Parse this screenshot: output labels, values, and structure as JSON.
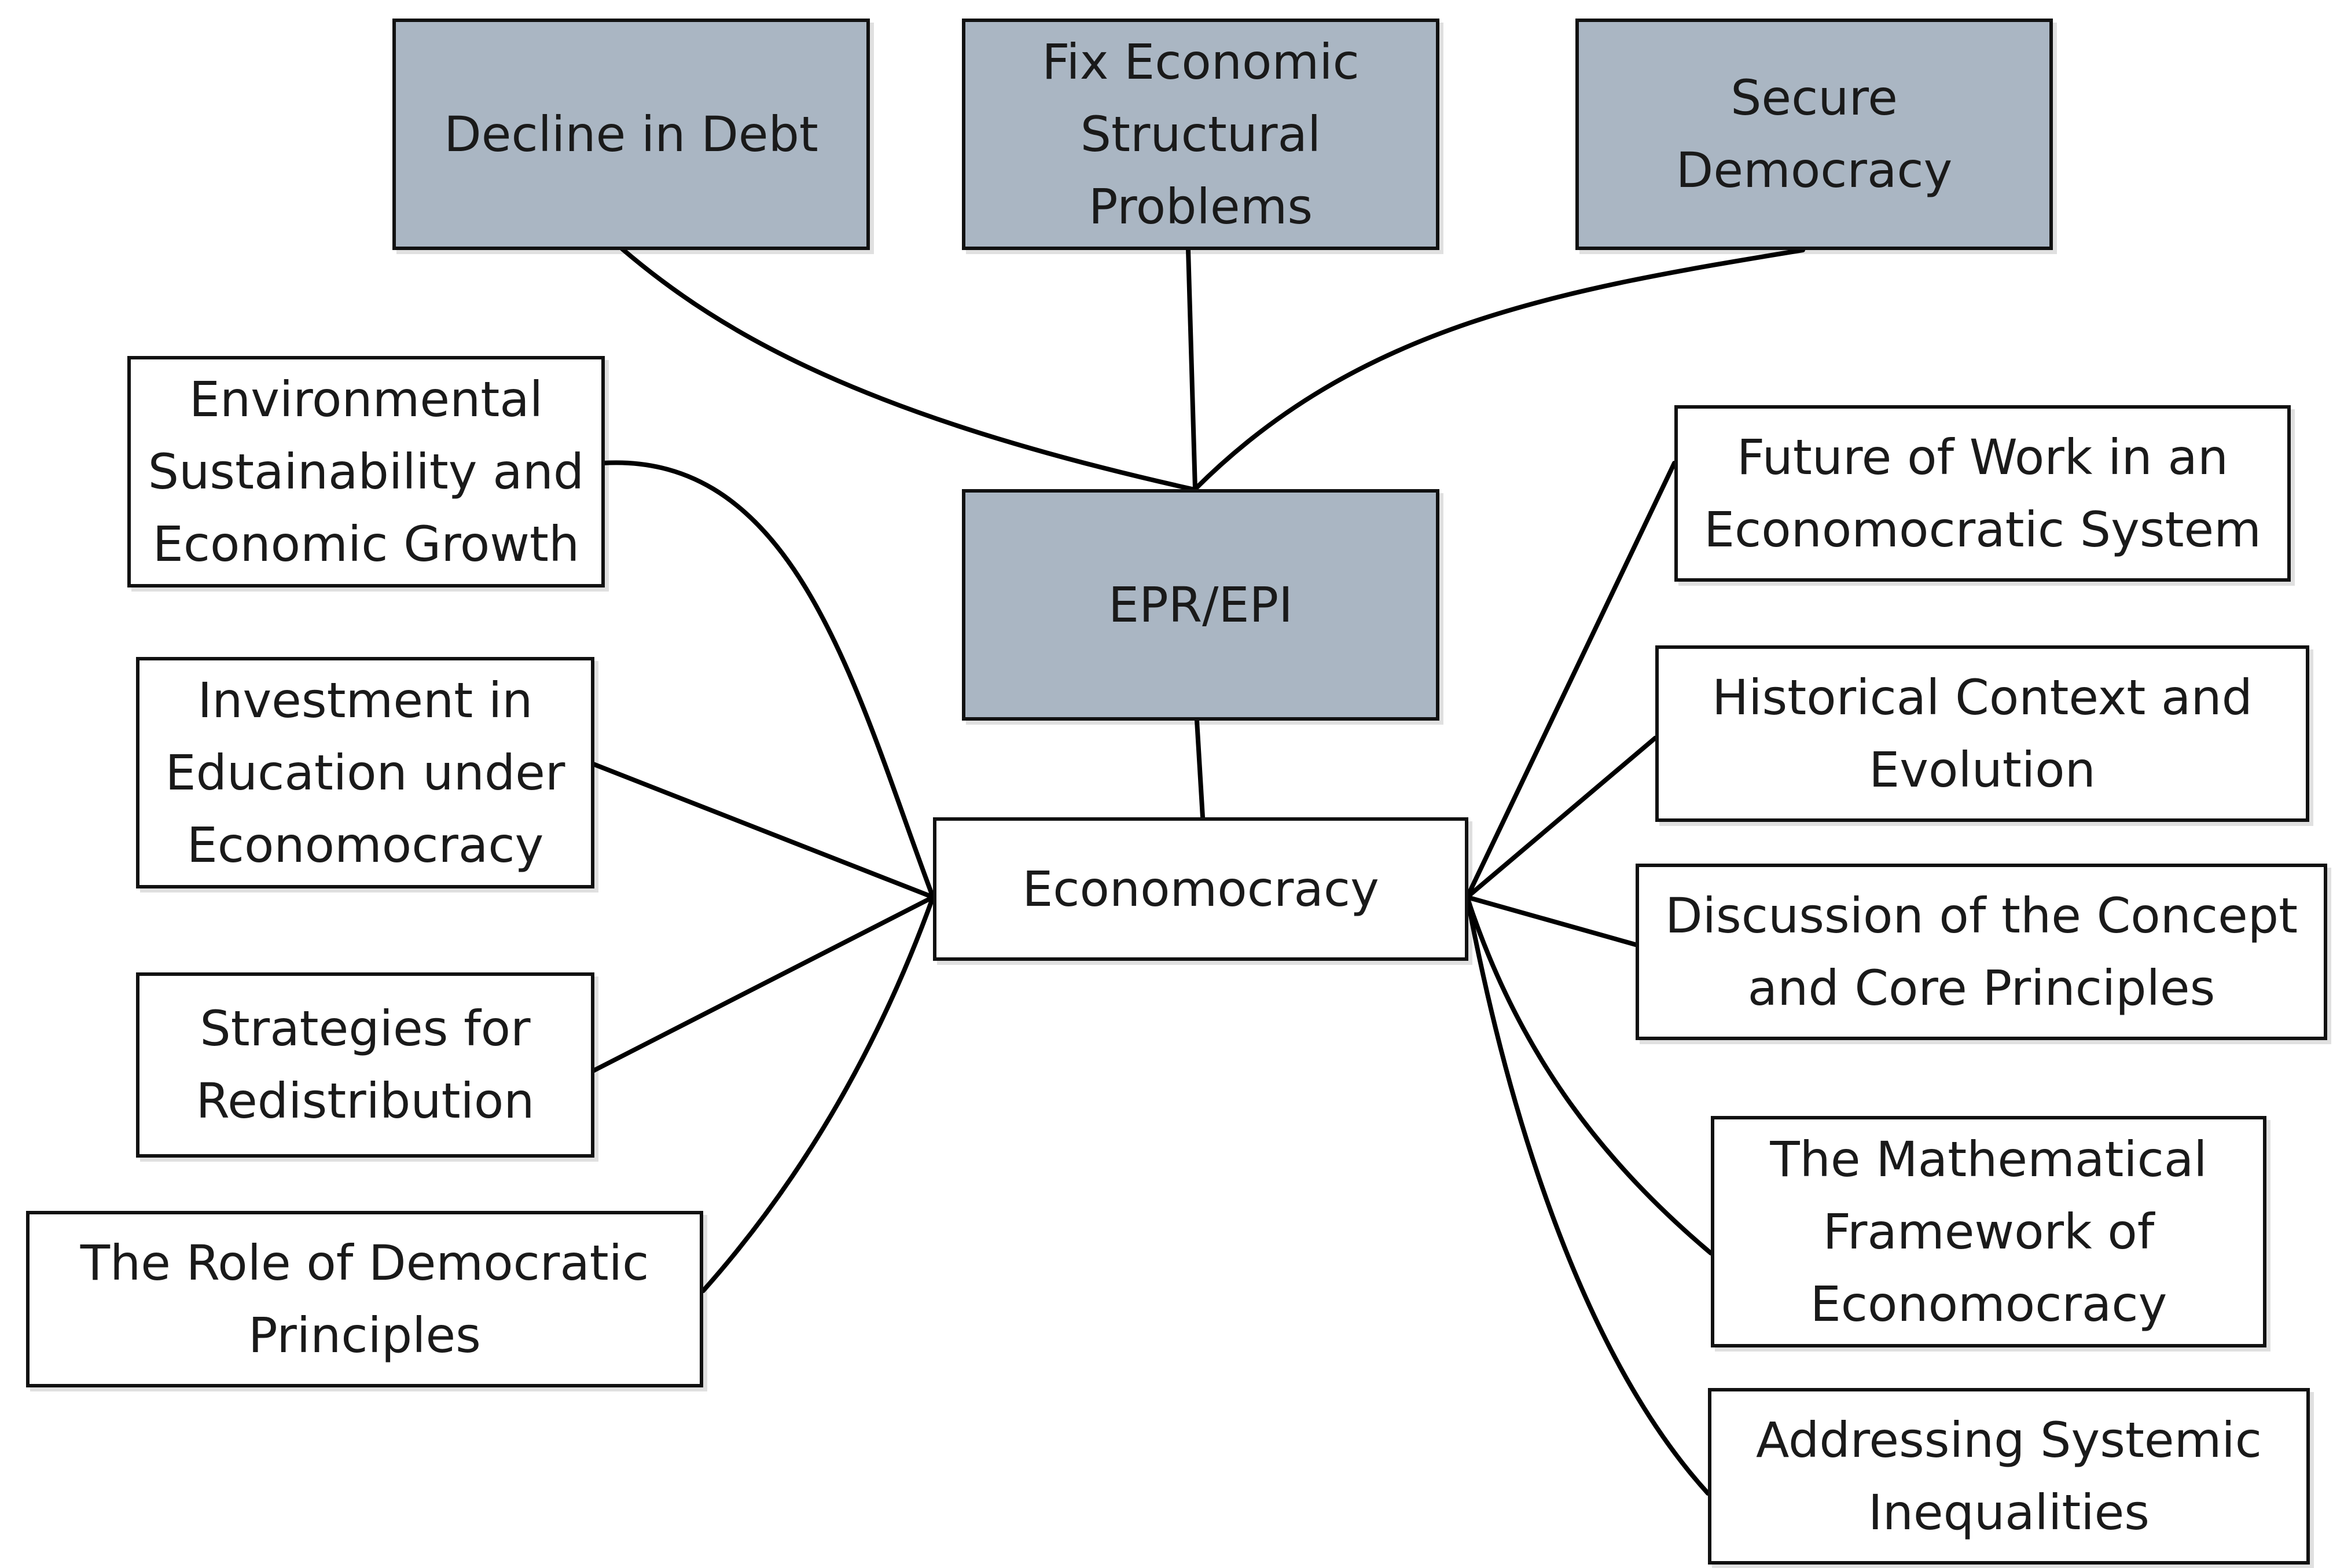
{
  "colors": {
    "shaded_fill": "#aab6c3",
    "plain_fill": "#ffffff",
    "border": "#111111",
    "connector": "#000000"
  },
  "goals": {
    "debt": "Decline in Debt",
    "structural": "Fix Economic\nStructural\nProblems",
    "democracy": "Secure\nDemocracy"
  },
  "hub": {
    "epr_epi": "EPR/EPI",
    "economocracy": "Economocracy"
  },
  "left_topics": {
    "environmental": "Environmental\nSustainability and\nEconomic Growth",
    "education": "Investment in\nEducation under\nEconomocracy",
    "redistribution": "Strategies for\nRedistribution",
    "democratic": "The Role of Democratic\nPrinciples"
  },
  "right_topics": {
    "future_work": "Future of Work in an\nEconomocratic System",
    "historical": "Historical Context and\nEvolution",
    "concept": "Discussion of the Concept\nand Core Principles",
    "mathematical": "The Mathematical\nFramework of\nEconomocracy",
    "inequalities": "Addressing Systemic\nInequalities"
  }
}
